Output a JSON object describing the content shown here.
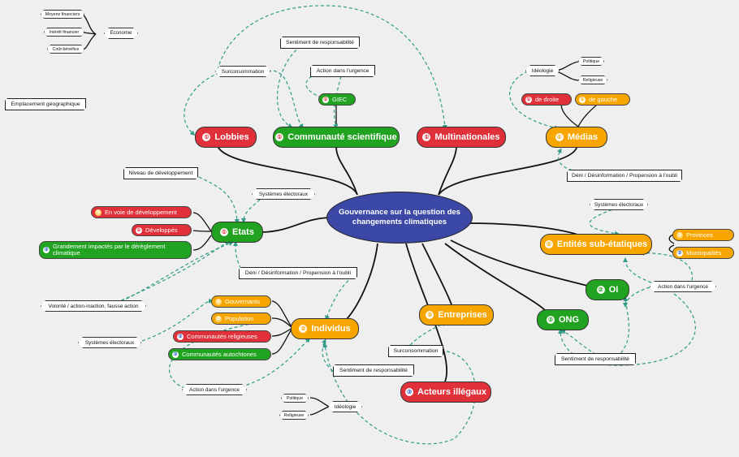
{
  "central": "Gouvernance sur la question des changements climatiques",
  "topics": {
    "lobbies": {
      "badge": "①",
      "label": "Lobbies"
    },
    "communaute": {
      "badge": "①",
      "label": "Communauté scientifique"
    },
    "multinationales": {
      "badge": "①",
      "label": "Multinationales"
    },
    "medias": {
      "badge": "①",
      "label": "Médias"
    },
    "etats": {
      "badge": "①",
      "label": "Etats"
    },
    "entites": {
      "badge": "②",
      "label": "Entités sub-étatiques"
    },
    "oi": {
      "badge": "②",
      "label": "OI"
    },
    "ong": {
      "badge": "②",
      "label": "ONG"
    },
    "entreprises": {
      "badge": "②",
      "label": "Entreprises"
    },
    "individus": {
      "badge": "②",
      "label": "Individus"
    },
    "acteurs": {
      "badge": "③",
      "label": "Acteurs illégaux"
    }
  },
  "subtopics": {
    "giec": {
      "badge": "①",
      "label": "GIEC"
    },
    "droite": {
      "badge": "①",
      "label": "de droite"
    },
    "gauche": {
      "badge": "①",
      "label": "de gauche"
    },
    "en_voie": {
      "badge": "②",
      "label": "En voie de développement"
    },
    "developpes": {
      "badge": "①",
      "label": "Développés"
    },
    "impactes": {
      "badge": "③",
      "label": "Grandement impactés par le dérèglement climatique"
    },
    "provinces": {
      "badge": "②",
      "label": "Provinces"
    },
    "municipalites": {
      "badge": "③",
      "label": "Municipalités"
    },
    "gouvernants": {
      "badge": "②",
      "label": "Gouvernants"
    },
    "population": {
      "badge": "②",
      "label": "Population"
    },
    "religieuses": {
      "badge": "③",
      "label": "Communautés religieuses"
    },
    "autochtones": {
      "badge": "③",
      "label": "Communautés autochtones"
    }
  },
  "labels": {
    "economie": "Economie",
    "moyens": "Moyens financiers",
    "interet": "Intérêt financier",
    "cout": "Coût-bénéfice",
    "emplacement": "Emplacement géographique",
    "sentiment_top": "Sentiment de responsabilité",
    "surconsommation_top": "Surconsommation",
    "action_urgence_top": "Action dans l'urgence",
    "ideologie_top": "Idéologie",
    "politique_top": "Politique",
    "religieuse_top": "Religieuse",
    "deni_top": "Déni / Désinformation / Propension à l'oubli",
    "niveau_dev": "Niveau de développement",
    "systemes_etats": "Systèmes électoraux",
    "systemes_right": "Systèmes électoraux",
    "deni_mid": "Déni / Désinformation / Propension à l'oubli",
    "volonte": "Volonté / action-inaction, fausse action",
    "systemes_left": "Systèmes électoraux",
    "surconsommation_bot": "Surconsommation",
    "sentiment_bot": "Sentiment de responsabilité",
    "action_urgence_bot": "Action dans l'urgence",
    "ideologie_bot": "Idéologie",
    "politique_bot": "Politique",
    "religieuse_bot": "Religieuse",
    "action_urgence_right": "Action dans l'urgence",
    "sentiment_right": "Sentiment de responsabilité"
  },
  "colors": {
    "red": "#e0313a",
    "green": "#21a321",
    "orange": "#f7a600",
    "central": "#3b48a6",
    "dashed_link": "#2e9c86"
  }
}
